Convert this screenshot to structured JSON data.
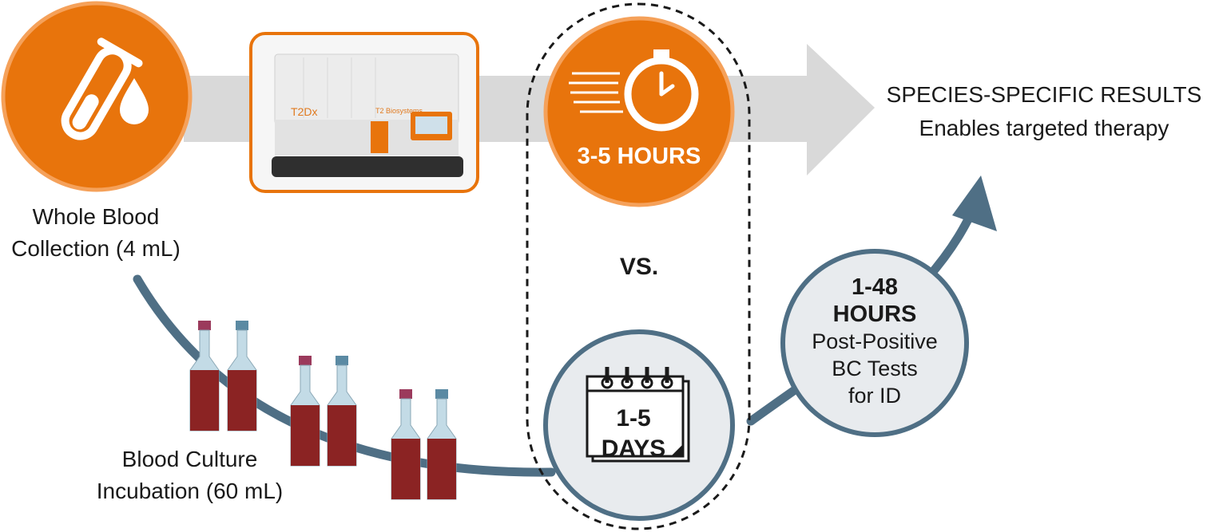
{
  "colors": {
    "orange": "#e8740c",
    "orange_border": "#f5a15a",
    "gray_arrow": "#d9d9d9",
    "blue_gray": "#4f6f85",
    "circle_fill": "#e8ebee",
    "bottle_liquid": "#8b2323",
    "bottle_glass": "#c3dbe6"
  },
  "top_path": {
    "start_label_line1": "Whole Blood",
    "start_label_line2": "Collection (4 mL)",
    "start_icon": "test-tube-drop-icon",
    "device_brand": "T2Dx",
    "device_maker": "T2 Biosystems",
    "time_label": "3-5 HOURS",
    "time_icon": "stopwatch-icon",
    "result_line1": "SPECIES-SPECIFIC RESULTS",
    "result_line2": "Enables targeted therapy"
  },
  "comparison": {
    "vs_label": "VS."
  },
  "bottom_path": {
    "culture_line1": "Blood Culture",
    "culture_line2": "Incubation (60 mL)",
    "bottle_icon": "blood-culture-bottle-icon",
    "days_line1": "1-5",
    "days_line2": "DAYS",
    "days_icon": "calendar-icon",
    "post_hours_line1": "1-48",
    "post_hours_line2": "HOURS",
    "post_desc_line1": "Post-Positive",
    "post_desc_line2": "BC Tests",
    "post_desc_line3": "for ID"
  }
}
